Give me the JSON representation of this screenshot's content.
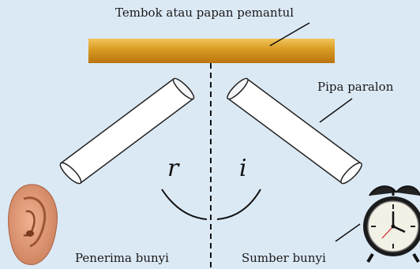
{
  "labels": {
    "wall": "Tembok atau papan pemantul",
    "pipe": "Pipa paralon",
    "receiver": "Penerima bunyi",
    "source": "Sumber bunyi"
  },
  "angles": {
    "reflection": "r",
    "incidence": "i"
  },
  "icons": {
    "receiver": "ear-icon",
    "source": "alarm-clock-icon"
  },
  "colors": {
    "background": "#dbe9f5",
    "wall": "#d4951c",
    "pipe": "#eef1f3"
  }
}
